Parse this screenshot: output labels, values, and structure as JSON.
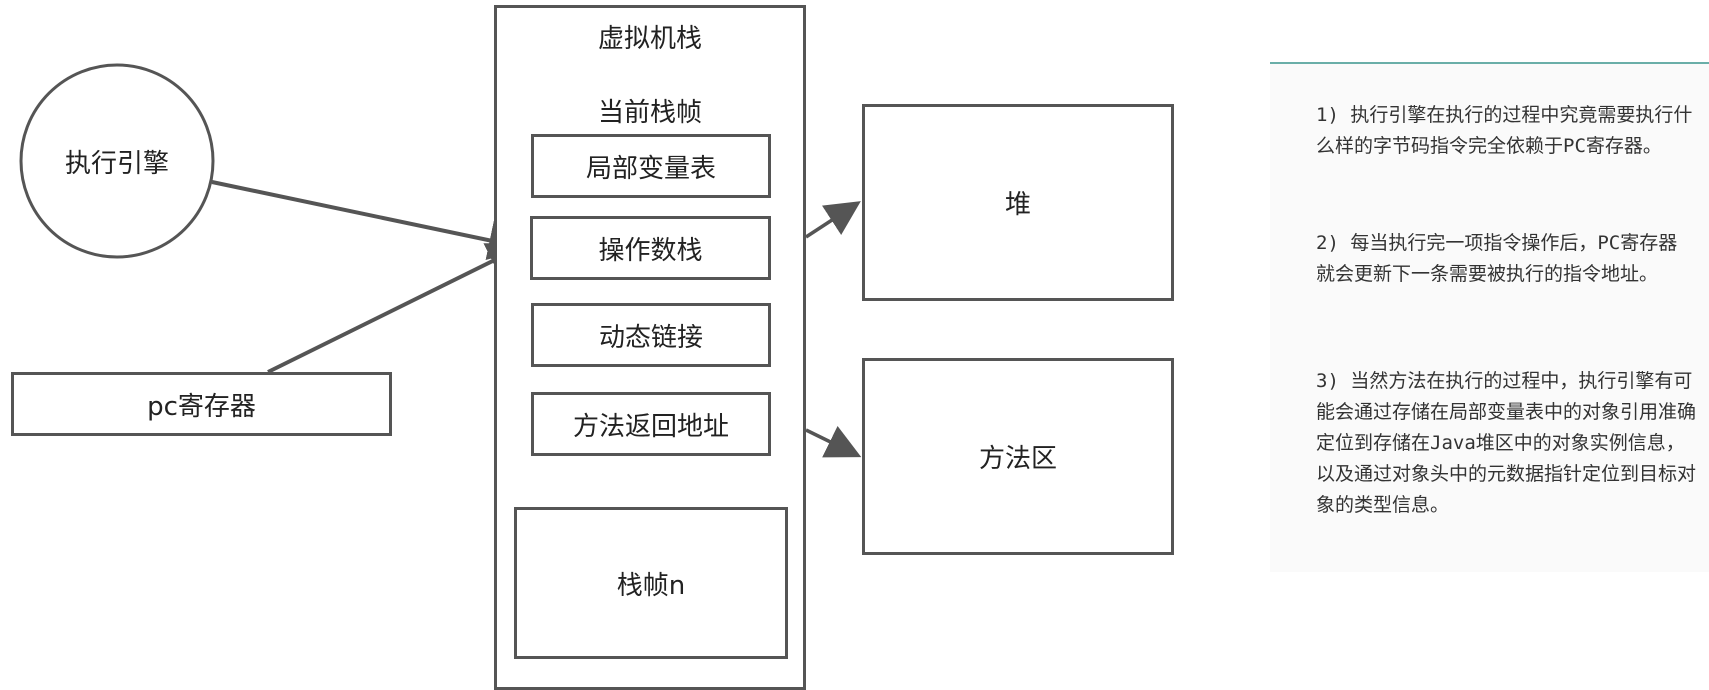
{
  "engine": "执行引擎",
  "pc_register": "pc寄存器",
  "vm_stack": {
    "title": "虚拟机栈",
    "current_frame": {
      "title": "当前栈帧",
      "items": [
        "局部变量表",
        "操作数栈",
        "动态链接",
        "方法返回地址"
      ]
    },
    "frame_n": "栈帧n"
  },
  "heap": "堆",
  "method_area": "方法区",
  "notes": [
    "1) 执行引擎在执行的过程中究竟需要执行什么样的字节码指令完全依赖于PC寄存器。",
    "2) 每当执行完一项指令操作后，PC寄存器就会更新下一条需要被执行的指令地址。",
    "3) 当然方法在执行的过程中，执行引擎有可能会通过存储在局部变量表中的对象引用准确定位到存储在Java堆区中的对象实例信息，以及通过对象头中的元数据指针定位到目标对象的类型信息。"
  ],
  "colors": {
    "line": "#555555",
    "dashed_border": "#e06060",
    "accent_rule": "#6aaea8"
  }
}
